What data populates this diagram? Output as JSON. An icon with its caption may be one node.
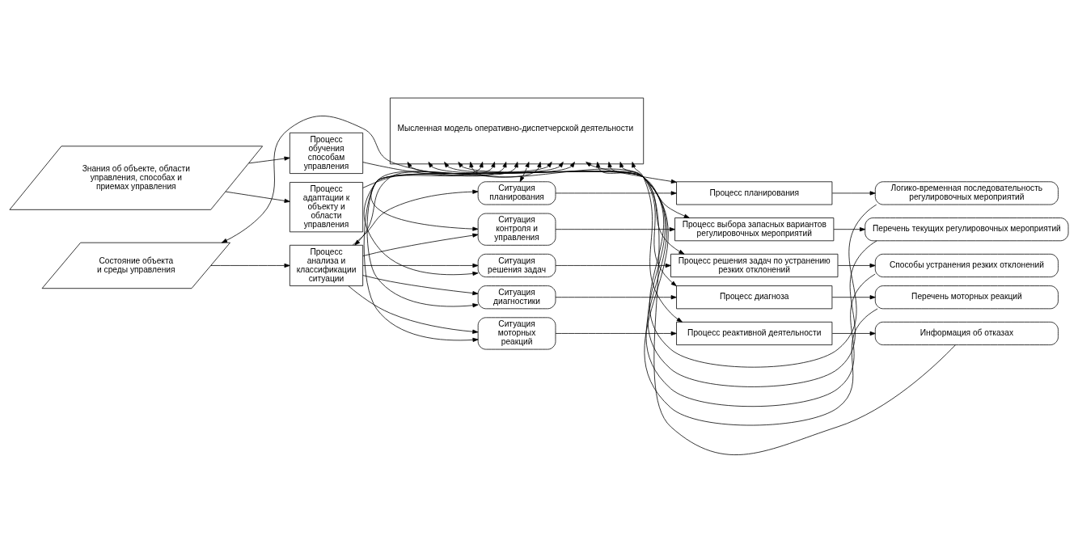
{
  "diagram": {
    "nodes": [
      {
        "text": [
          "Мысленная модель оперативно-диспетчерской деятельности"
        ]
      },
      {
        "text": [
          "Логико-временная последовательность регулировочных мероприятий"
        ]
      },
      {
        "text": [
          "Перечень текущих регулировочных мероприятий"
        ]
      },
      {
        "text": [
          "Способы устранения резких отклонений"
        ]
      },
      {
        "text": [
          "Перечень моторных реакций"
        ]
      },
      {
        "text": [
          "Информация об отказах"
        ]
      },
      {
        "text": [
          "Процесс обучения способам управления"
        ]
      },
      {
        "text": [
          "Процесс адаптации к объекту и области управления"
        ]
      },
      {
        "text": [
          "Процесс анализа и классификации ситуации"
        ]
      },
      {
        "text": [
          "Знания об объекте, области управления, способах и приемах управления"
        ]
      },
      {
        "text": [
          "Состояние объекта и среды управления"
        ]
      },
      {
        "text": [
          "Ситуация планирования"
        ]
      },
      {
        "text": [
          "Ситуация контроля и управления"
        ]
      },
      {
        "text": [
          "Ситуация решения задач"
        ]
      },
      {
        "text": [
          "Ситуация диагностики"
        ]
      },
      {
        "text": [
          "Ситуация моторных реакций"
        ]
      },
      {
        "text": [
          "Процесс планирования"
        ]
      },
      {
        "text": [
          "Процесс выбора запасных вариантов регулировочных мероприятий"
        ]
      },
      {
        "text": [
          "Процесс решения задач по устранению резких отклонений"
        ]
      },
      {
        "text": [
          "Процесс диагноза"
        ]
      },
      {
        "text": [
          "Процесс реактивной деятельности"
        ]
      }
    ],
    "edges": [
      {
        "from": 1,
        "to": 0,
        "arrow": "to"
      },
      {
        "from": 2,
        "to": 0,
        "arrow": "to"
      },
      {
        "from": 3,
        "to": 0,
        "arrow": "to"
      },
      {
        "from": 4,
        "to": 0,
        "arrow": "to"
      },
      {
        "from": 5,
        "to": 0,
        "arrow": "to"
      },
      {
        "from": 6,
        "to": 0,
        "arrow": "to"
      },
      {
        "from": 7,
        "to": 0,
        "arrow": "to"
      },
      {
        "from": 0,
        "to": 10,
        "arrow": "both"
      },
      {
        "from": 0,
        "to": 8,
        "arrow": "both"
      },
      {
        "from": 9,
        "to": 6,
        "arrow": "to"
      },
      {
        "from": 9,
        "to": 7,
        "arrow": "to"
      },
      {
        "from": 10,
        "to": 8,
        "arrow": "to"
      },
      {
        "from": 8,
        "to": 11,
        "arrow": "to"
      },
      {
        "from": 8,
        "to": 12,
        "arrow": "to"
      },
      {
        "from": 8,
        "to": 13,
        "arrow": "to"
      },
      {
        "from": 8,
        "to": 14,
        "arrow": "to"
      },
      {
        "from": 8,
        "to": 15,
        "arrow": "to"
      },
      {
        "from": 0,
        "to": 11,
        "arrow": "both"
      },
      {
        "from": 0,
        "to": 12,
        "arrow": "both"
      },
      {
        "from": 0,
        "to": 13,
        "arrow": "both"
      },
      {
        "from": 0,
        "to": 14,
        "arrow": "both"
      },
      {
        "from": 0,
        "to": 15,
        "arrow": "both"
      },
      {
        "from": 0,
        "to": 16,
        "arrow": "both"
      },
      {
        "from": 0,
        "to": 17,
        "arrow": "both"
      },
      {
        "from": 0,
        "to": 18,
        "arrow": "both"
      },
      {
        "from": 0,
        "to": 19,
        "arrow": "both"
      },
      {
        "from": 0,
        "to": 20,
        "arrow": "both"
      },
      {
        "from": 11,
        "to": 16,
        "arrow": "to"
      },
      {
        "from": 12,
        "to": 17,
        "arrow": "to"
      },
      {
        "from": 13,
        "to": 18,
        "arrow": "to"
      },
      {
        "from": 14,
        "to": 19,
        "arrow": "to"
      },
      {
        "from": 15,
        "to": 20,
        "arrow": "to"
      },
      {
        "from": 16,
        "to": 1,
        "arrow": "to"
      },
      {
        "from": 17,
        "to": 2,
        "arrow": "to"
      },
      {
        "from": 18,
        "to": 3,
        "arrow": "to"
      },
      {
        "from": 19,
        "to": 4,
        "arrow": "to"
      },
      {
        "from": 20,
        "to": 5,
        "arrow": "to"
      }
    ]
  }
}
